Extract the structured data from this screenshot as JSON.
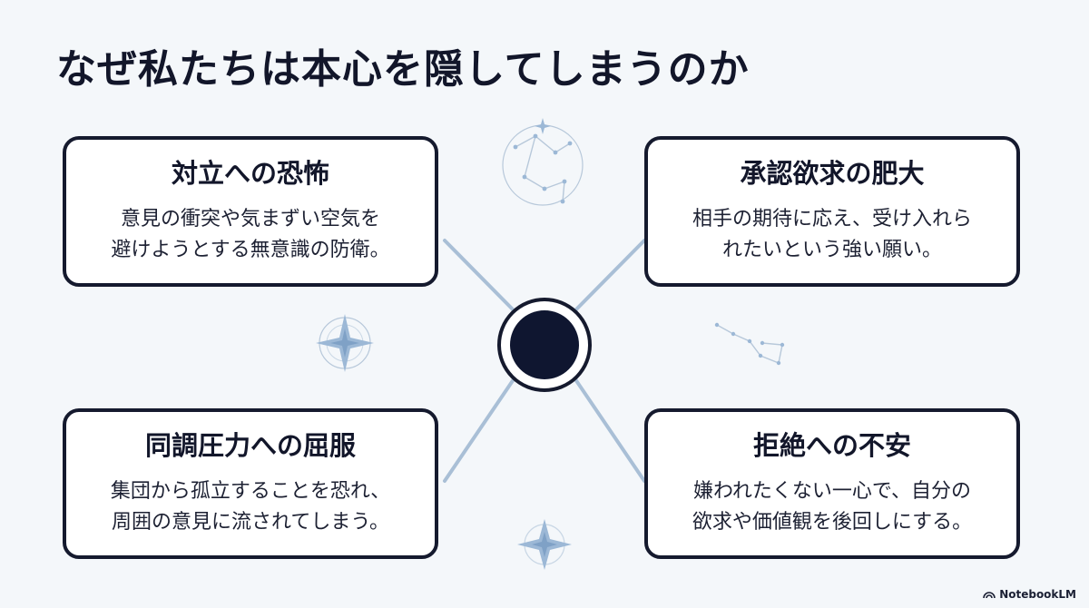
{
  "title": "なぜ私たちは本心を隠してしまうのか",
  "cards": [
    {
      "heading": "対立への恐怖",
      "line1": "意見の衝突や気まずい空気を",
      "line2": "避けようとする無意識の防衛。"
    },
    {
      "heading": "承認欲求の肥大",
      "line1": "相手の期待に応え、受け入れら",
      "line2": "れたいという強い願い。"
    },
    {
      "heading": "同調圧力への屈服",
      "line1": "集団から孤立することを恐れ、",
      "line2": "周囲の意見に流されてしまう。"
    },
    {
      "heading": "拒絶への不安",
      "line1": "嫌われたくない一心で、自分の",
      "line2": "欲求や価値観を後回しにする。"
    }
  ],
  "brand": "NotebookLM",
  "colors": {
    "background": "#f4f7fa",
    "card_border": "#151a2e",
    "connector": "#a9bfd6",
    "center_fill": "#0f1630",
    "accent_star": "#9cb8d6"
  },
  "icons": [
    "compass-star-icon",
    "constellation-icon",
    "notebooklm-logo-icon"
  ]
}
